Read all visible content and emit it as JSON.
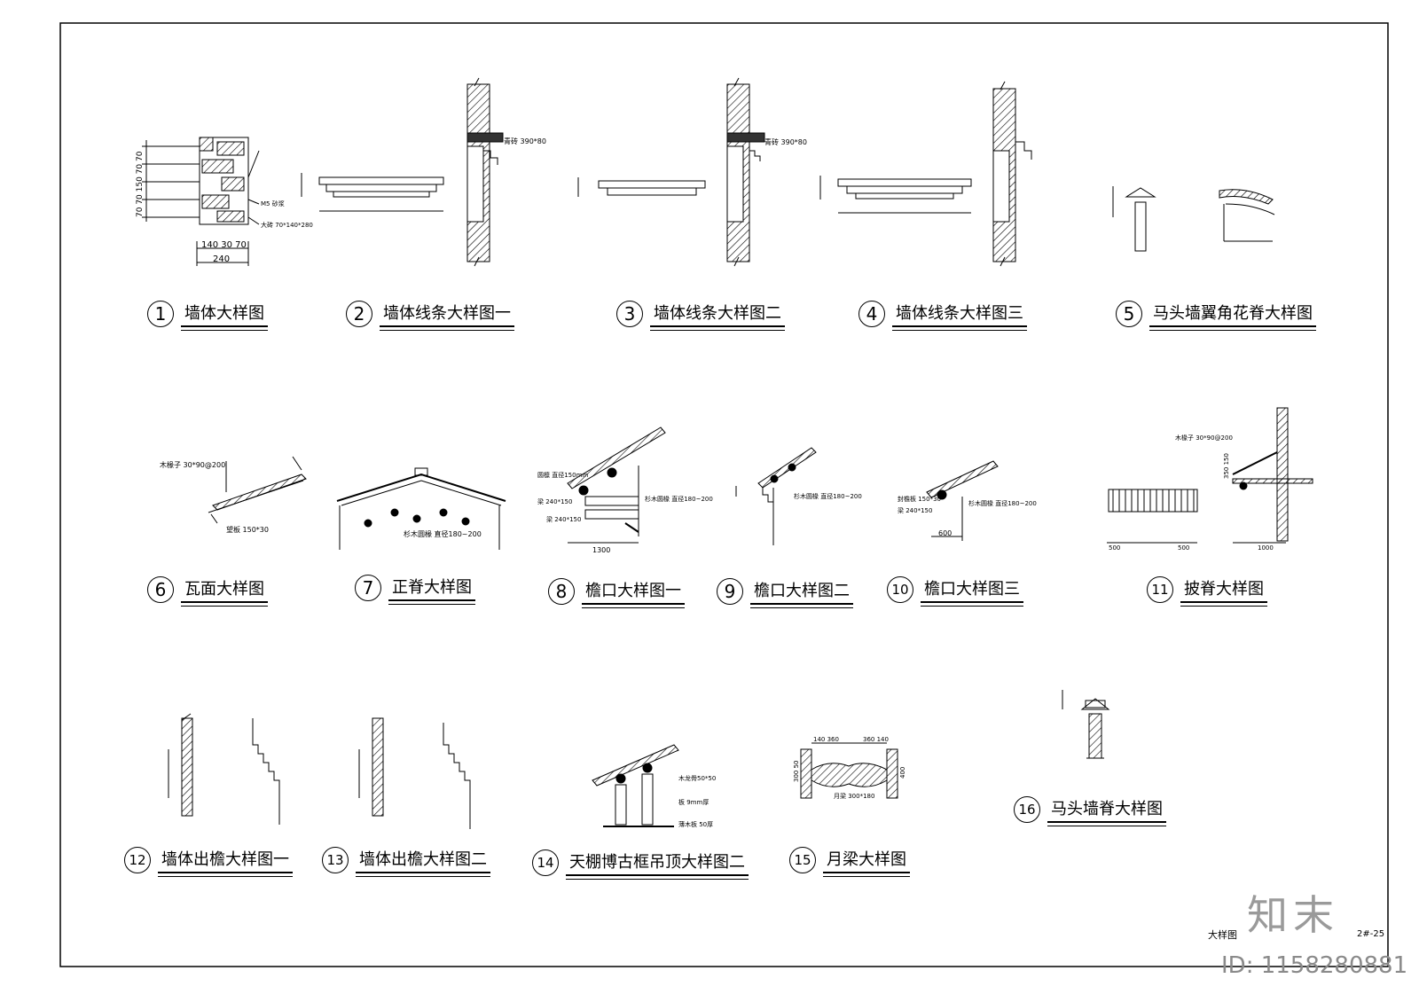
{
  "sheet": {
    "title": "大样图",
    "code": "2#-25"
  },
  "watermark": {
    "logo": "知末",
    "id": "ID: 1158280881"
  },
  "details": [
    {
      "num": "1",
      "title": "墙体大样图"
    },
    {
      "num": "2",
      "title": "墙体线条大样图一"
    },
    {
      "num": "3",
      "title": "墙体线条大样图二"
    },
    {
      "num": "4",
      "title": "墙体线条大样图三"
    },
    {
      "num": "5",
      "title": "马头墙翼角花脊大样图"
    },
    {
      "num": "6",
      "title": "瓦面大样图"
    },
    {
      "num": "7",
      "title": "正脊大样图"
    },
    {
      "num": "8",
      "title": "檐口大样图一"
    },
    {
      "num": "9",
      "title": "檐口大样图二"
    },
    {
      "num": "10",
      "title": "檐口大样图三"
    },
    {
      "num": "11",
      "title": "披脊大样图"
    },
    {
      "num": "12",
      "title": "墙体出檐大样图一"
    },
    {
      "num": "13",
      "title": "墙体出檐大样图二"
    },
    {
      "num": "14",
      "title": "天棚博古框吊顶大样图二"
    },
    {
      "num": "15",
      "title": "月梁大样图"
    },
    {
      "num": "16",
      "title": "马头墙脊大样图"
    }
  ],
  "annotations": {
    "d1_dims": "140 30 70",
    "d1_total": "240",
    "d1_mortar": "M5 砂浆",
    "d1_brick": "大砖 70*140*280",
    "d1_side": "70 70 150 70 70",
    "d2_tile": "青砖 390*80",
    "d3_tile": "青砖 390*80",
    "d6_batten": "木椽子 30*90@200",
    "d6_board": "望板 150*30",
    "d7_rafter": "杉木圆椽 直径180~200",
    "d8_ring": "圆檩 直径150mm",
    "d8_beam1": "梁 240*150",
    "d8_beam2": "梁 240*150",
    "d8_dim": "1300",
    "d8_rafter": "杉木圆椽 直径180~200",
    "d9_rafter": "杉木圆椽 直径180~200",
    "d10_board": "封檐板 150*30",
    "d10_beam": "梁 240*150",
    "d10_rafter": "杉木圆椽 直径180~200",
    "d10_dim": "600",
    "d11_batten": "木椽子 30*90@200",
    "d11_dim1": "500",
    "d11_dim2": "500",
    "d11_dim3": "1000",
    "d11_side": "350 150",
    "d14_wood": "木龙骨50*50",
    "d14_board": "板 9mm厚",
    "d14_plank": "薄木板 50厚",
    "d15_beam": "月梁 300*180",
    "d15_dims": "140 360",
    "d15_dims2": "360 140",
    "d15_side": "300 50",
    "d15_side2": "400"
  }
}
